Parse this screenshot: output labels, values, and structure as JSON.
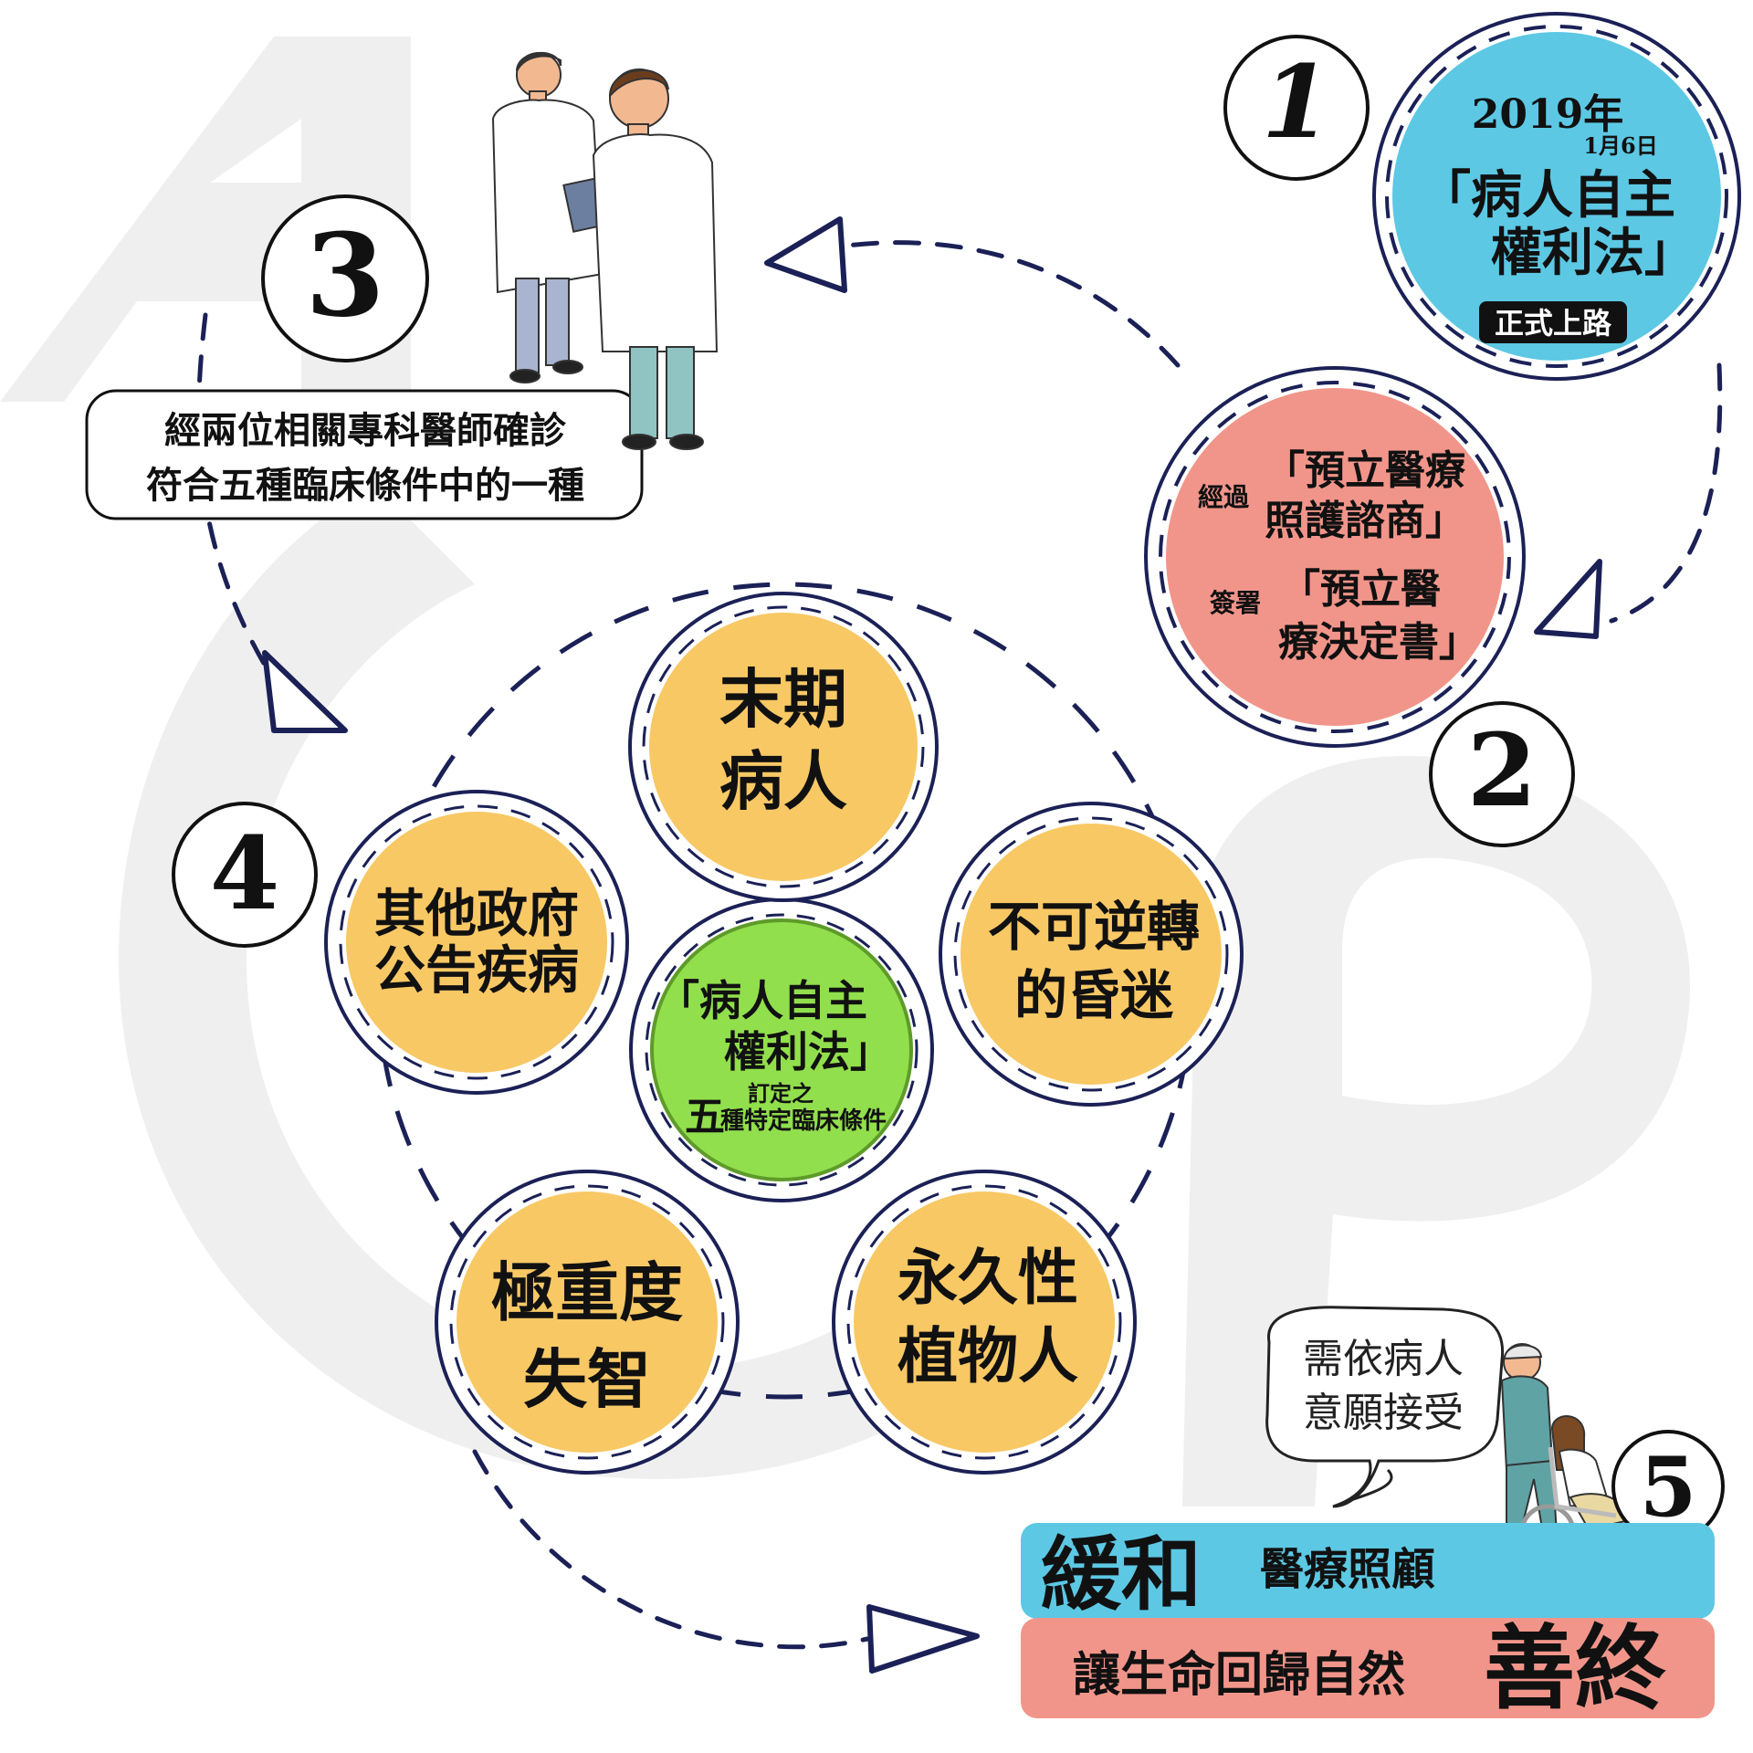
{
  "colors": {
    "navy": "#1b2156",
    "cyan": "#5cc8e4",
    "salmon": "#f1958a",
    "yellow": "#f8c865",
    "green": "#91df4c",
    "watermark": "#efefef"
  },
  "watermark": {
    "letters": [
      "A",
      "C",
      "P"
    ]
  },
  "step1": {
    "number": "1",
    "year": "2019年",
    "date": "1月6日",
    "law_line1": "「病人自主",
    "law_line2": "權利法」",
    "badge": "正式上路"
  },
  "step2": {
    "number": "2",
    "prefix1": "經過",
    "line1a": "「預立醫療",
    "line1b": "照護諮商」",
    "prefix2": "簽署",
    "line2a": "「預立醫",
    "line2b": "療決定書」"
  },
  "step3": {
    "number": "3",
    "line1": "經兩位相關專科醫師確診",
    "line2": "符合五種臨床條件中的一種",
    "illustration_icon": "doctors-icon"
  },
  "step4": {
    "number": "4",
    "center": {
      "line1": "「病人自主",
      "line2": "權利法」",
      "line3": "訂定之",
      "big_char": "五",
      "line4": "種特定臨床條件"
    },
    "conditions": [
      {
        "line1": "末期",
        "line2": "病人"
      },
      {
        "line1": "不可逆轉",
        "line2": "的昏迷"
      },
      {
        "line1": "永久性",
        "line2": "植物人"
      },
      {
        "line1": "極重度",
        "line2": "失智"
      },
      {
        "line1": "其他政府",
        "line2": "公告疾病"
      }
    ]
  },
  "step5": {
    "number": "5",
    "bubble_line1": "需依病人",
    "bubble_line2": "意願接受",
    "big1": "緩和",
    "small1": "醫療照顧",
    "small2": "讓生命回歸自然",
    "big2": "善終",
    "illustration_icon": "wheelchair-caregiver-icon"
  }
}
